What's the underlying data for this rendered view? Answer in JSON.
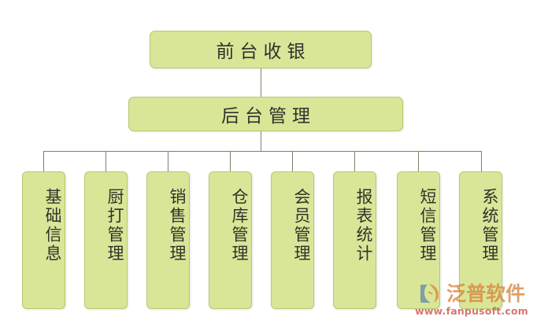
{
  "diagram": {
    "type": "organization-hierarchy",
    "background_color": "#ffffff",
    "node_fill_color": "#d9e698",
    "node_border_color": "#b8c96e",
    "node_text_color": "#32322b",
    "connector_color": "#808066",
    "levels": [
      {
        "level": 1,
        "nodes": [
          {
            "id": "front-desk-cashier",
            "label": "前台收银"
          }
        ]
      },
      {
        "level": 2,
        "nodes": [
          {
            "id": "backend-management",
            "label": "后台管理"
          }
        ]
      },
      {
        "level": 3,
        "nodes": [
          {
            "id": "basic-information",
            "label": "基础信息"
          },
          {
            "id": "kitchen-print-management",
            "label": "厨打管理"
          },
          {
            "id": "sales-management",
            "label": "销售管理"
          },
          {
            "id": "warehouse-management",
            "label": "仓库管理"
          },
          {
            "id": "member-management",
            "label": "会员管理"
          },
          {
            "id": "report-statistics",
            "label": "报表统计"
          },
          {
            "id": "sms-management",
            "label": "短信管理"
          },
          {
            "id": "system-management",
            "label": "系统管理"
          }
        ]
      }
    ]
  },
  "watermark": {
    "brand": "泛普软件",
    "url": "www.fanpusoft.com",
    "brand_color": "#d8853b",
    "url_color": "#c9473a"
  }
}
